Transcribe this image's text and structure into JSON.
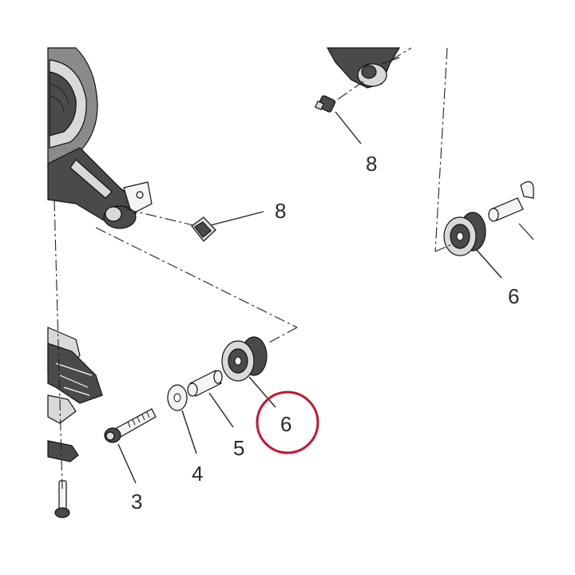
{
  "callouts": {
    "part_8_top": "8",
    "part_8_left": "8",
    "part_6_right": "6",
    "part_6_highlighted": "6",
    "part_5": "5",
    "part_4": "4",
    "part_3": "3"
  },
  "colors": {
    "highlight_circle": "#c8102e",
    "part_dark": "#4a4a4a",
    "part_light": "#d9d9d9",
    "line": "#222222"
  }
}
